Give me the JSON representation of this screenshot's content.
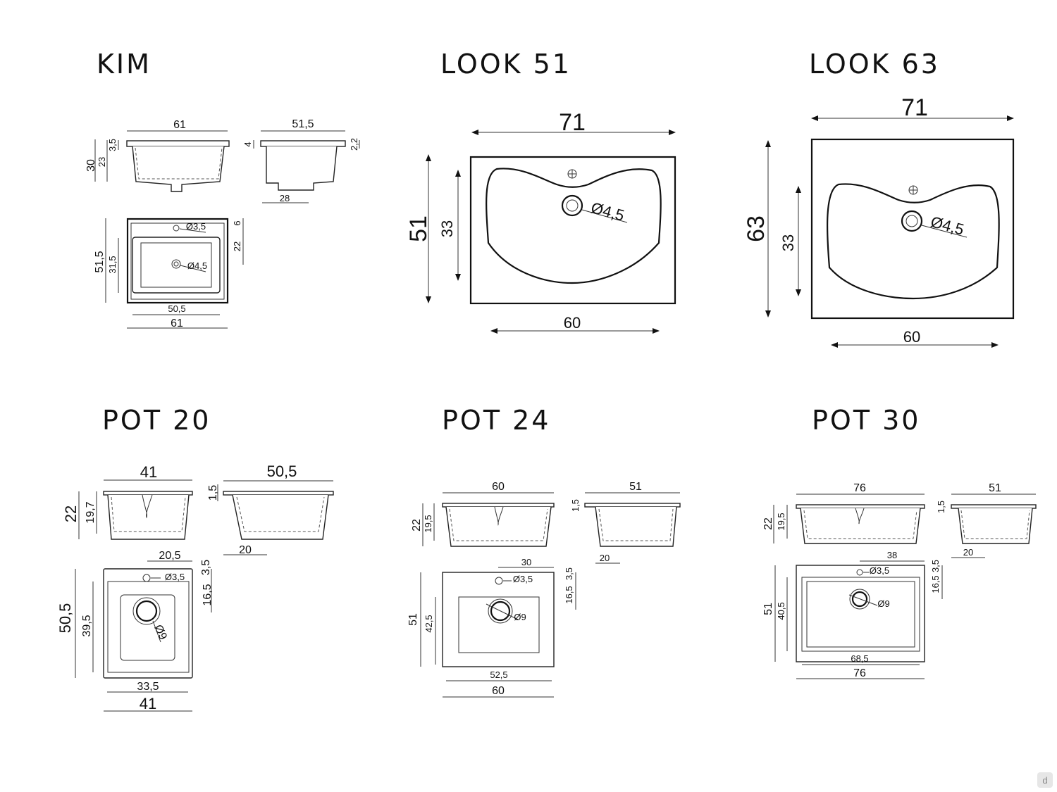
{
  "kim": {
    "title": "KIM",
    "width": "61",
    "depth": "51,5",
    "height": "30",
    "bowl_height": "23",
    "rim": "3,5",
    "side_rim": "4",
    "side_rim2": "2,2",
    "drain_offset": "28",
    "tap_hole": "Ø3,5",
    "drain": "Ø4,5",
    "top_depth": "51,5",
    "inner_depth": "31,5",
    "top_gap": "6",
    "drain_pos": "22",
    "inner_width": "50,5",
    "top_width": "61"
  },
  "look51": {
    "title": "LOOK 51",
    "width": "71",
    "depth": "51",
    "inner_depth": "33",
    "inner_width": "60",
    "drain": "Ø4,5"
  },
  "look63": {
    "title": "LOOK 63",
    "width": "71",
    "depth": "63",
    "inner_depth": "33",
    "inner_width": "60",
    "drain": "Ø4,5"
  },
  "pot20": {
    "title": "POT 20",
    "width": "41",
    "side_depth": "50,5",
    "height": "22",
    "bowl_height": "19,7",
    "rim": "1,5",
    "drain_offset": "20",
    "tap_offset": "20,5",
    "tap_gap": "3,5",
    "drain_pos": "16,5",
    "depth": "50,5",
    "inner_depth": "39,5",
    "inner_width": "33,5",
    "top_width": "41",
    "tap_hole": "Ø3,5",
    "drain": "Ø9"
  },
  "pot24": {
    "title": "POT 24",
    "width": "60",
    "side_depth": "51",
    "height": "22",
    "bowl_height": "19,5",
    "rim": "1,5",
    "drain_offset": "20",
    "tap_offset": "30",
    "tap_gap": "3,5",
    "drain_pos": "16,5",
    "depth": "51",
    "inner_depth": "42,5",
    "inner_width": "52,5",
    "top_width": "60",
    "tap_hole": "Ø3,5",
    "drain": "Ø9"
  },
  "pot30": {
    "title": "POT 30",
    "width": "76",
    "side_depth": "51",
    "height": "22",
    "bowl_height": "19,5",
    "rim": "1,5",
    "drain_offset": "20",
    "tap_offset": "38",
    "tap_gap": "3,5",
    "drain_pos": "16,5",
    "depth": "51",
    "inner_depth": "40,5",
    "inner_width": "68,5",
    "top_width": "76",
    "tap_hole": "Ø3,5",
    "drain": "Ø9"
  },
  "logo": {
    "text": "d"
  }
}
